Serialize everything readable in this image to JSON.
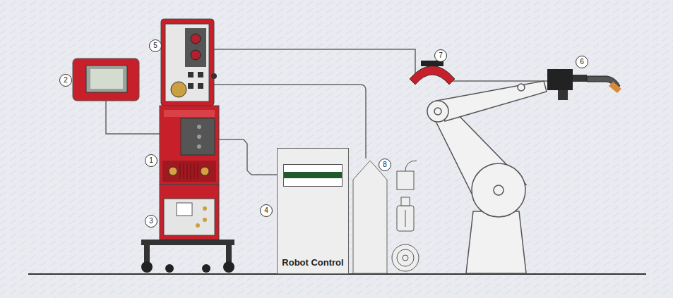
{
  "diagram": {
    "nodes": [
      {
        "text": [
          "Robot Control"
        ]
      }
    ],
    "labels": [
      "1",
      "2",
      "3",
      "4",
      "5",
      "6",
      "7",
      "8"
    ]
  }
}
